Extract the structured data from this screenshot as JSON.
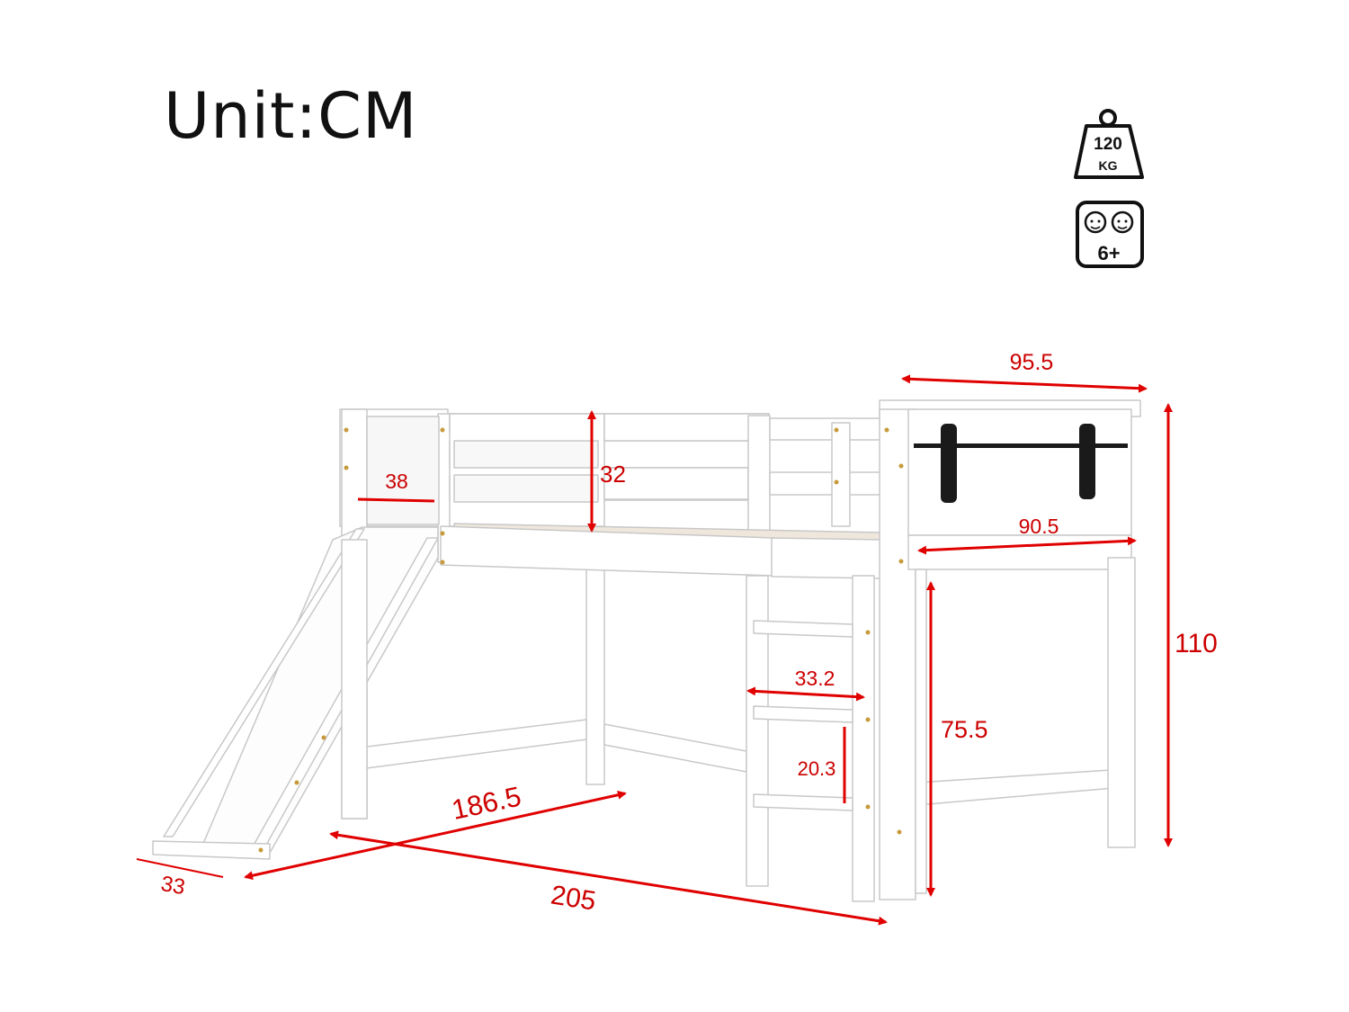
{
  "unit_title": "Unit:CM",
  "weight_icon": {
    "value": "120",
    "unit": "KG"
  },
  "age_icon": {
    "label": "6+"
  },
  "dimensions": {
    "headboard_width": "95.5",
    "total_height": "110",
    "inner_width": "90.5",
    "under_bed_height": "75.5",
    "guardrail_height": "32",
    "guardrail_gap": "38",
    "ladder_width": "33.2",
    "ladder_step": "20.3",
    "bed_length": "186.5",
    "total_length": "205",
    "slide_width": "33"
  },
  "colors": {
    "dimension": "#e00000",
    "outline": "#bdbdbd",
    "hardware": "#1a1a1a"
  }
}
